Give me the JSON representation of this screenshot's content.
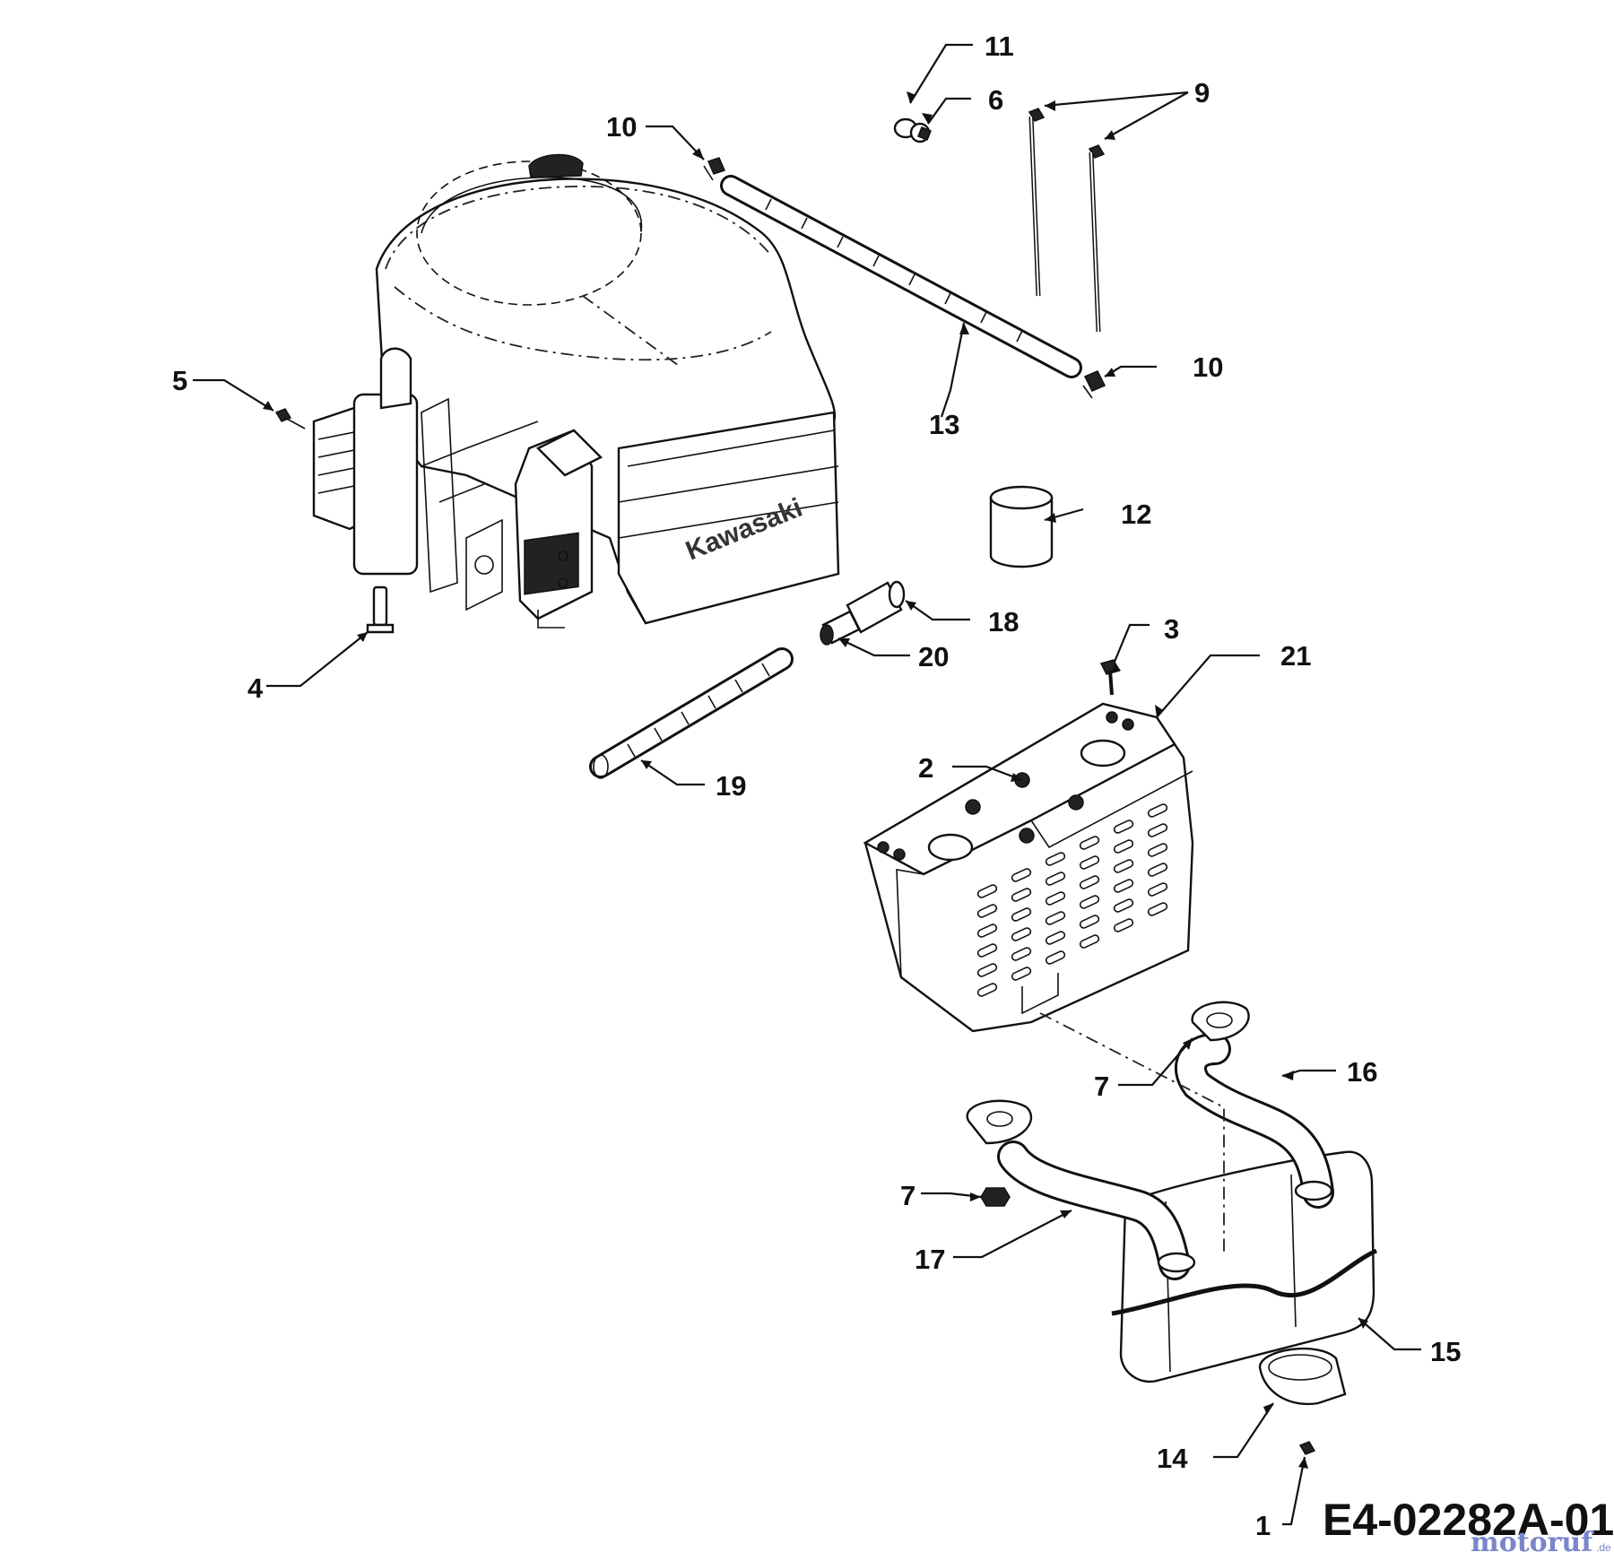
{
  "diagram_code": "E4-02282A-01",
  "watermark": {
    "brand": "motoruf",
    "suffix": ".de"
  },
  "engine_brand": "Kawasaki",
  "callouts": [
    {
      "id": "c11",
      "num": "11"
    },
    {
      "id": "c6",
      "num": "6"
    },
    {
      "id": "c9",
      "num": "9"
    },
    {
      "id": "c10a",
      "num": "10"
    },
    {
      "id": "c10b",
      "num": "10"
    },
    {
      "id": "c13",
      "num": "13"
    },
    {
      "id": "c5",
      "num": "5"
    },
    {
      "id": "c12",
      "num": "12"
    },
    {
      "id": "c18",
      "num": "18"
    },
    {
      "id": "c20",
      "num": "20"
    },
    {
      "id": "c4",
      "num": "4"
    },
    {
      "id": "c3",
      "num": "3"
    },
    {
      "id": "c21",
      "num": "21"
    },
    {
      "id": "c2",
      "num": "2"
    },
    {
      "id": "c19",
      "num": "19"
    },
    {
      "id": "c16",
      "num": "16"
    },
    {
      "id": "c7a",
      "num": "7"
    },
    {
      "id": "c7b",
      "num": "7"
    },
    {
      "id": "c17",
      "num": "17"
    },
    {
      "id": "c15",
      "num": "15"
    },
    {
      "id": "c14",
      "num": "14"
    },
    {
      "id": "c1",
      "num": "1"
    }
  ]
}
